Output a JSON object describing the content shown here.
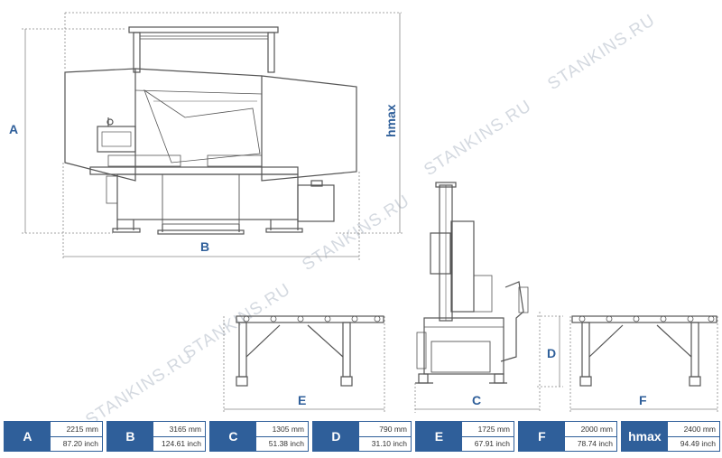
{
  "watermark": "STANKINS.RU",
  "dimension_labels": {
    "a": "A",
    "b": "B",
    "hmax": "hmax",
    "c": "C",
    "d": "D",
    "e": "E",
    "f": "F"
  },
  "specs": [
    {
      "letter": "A",
      "mm": "2215 mm",
      "inch": "87.20 inch"
    },
    {
      "letter": "B",
      "mm": "3165 mm",
      "inch": "124.61 inch"
    },
    {
      "letter": "C",
      "mm": "1305 mm",
      "inch": "51.38 inch"
    },
    {
      "letter": "D",
      "mm": "790 mm",
      "inch": "31.10 inch"
    },
    {
      "letter": "E",
      "mm": "1725 mm",
      "inch": "67.91 inch"
    },
    {
      "letter": "F",
      "mm": "2000 mm",
      "inch": "78.74 inch"
    },
    {
      "letter": "hmax",
      "mm": "2400 mm",
      "inch": "94.49 inch"
    }
  ],
  "colors": {
    "accent": "#2f5f9a",
    "line": "#555555",
    "dimension_line": "#888888",
    "watermark": "#d4d9e0"
  }
}
